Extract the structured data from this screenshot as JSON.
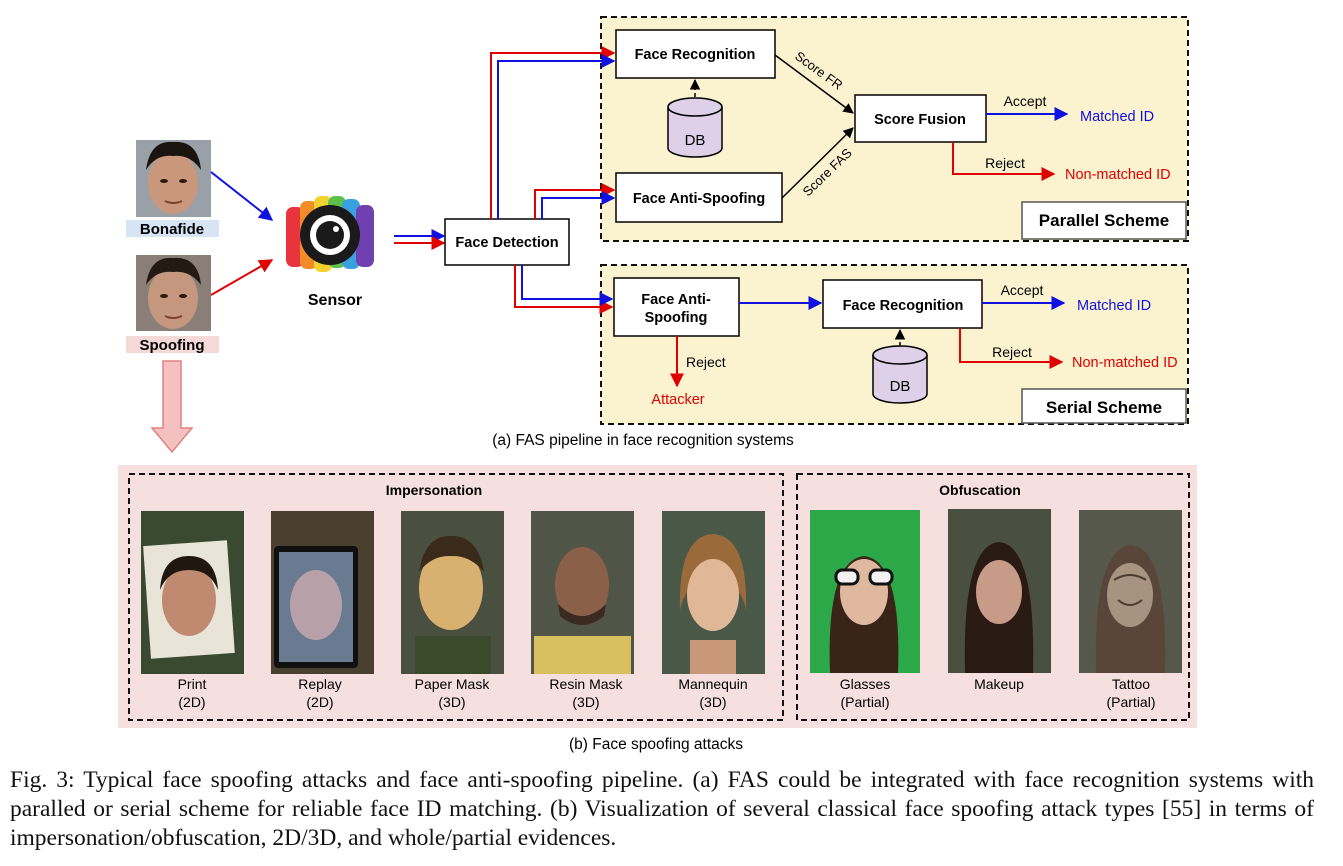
{
  "part_a": {
    "subcaption": "(a) FAS pipeline in face recognition systems",
    "inputs": {
      "bonafide": "Bonafide",
      "spoofing": "Spoofing"
    },
    "sensor": "Sensor",
    "face_detection": "Face Detection",
    "parallel": {
      "scheme_label": "Parallel Scheme",
      "face_recognition": "Face Recognition",
      "db": "DB",
      "face_anti_spoofing": "Face Anti-Spoofing",
      "score_fusion": "Score Fusion",
      "score_fr": "Score FR",
      "score_fas": "Score FAS",
      "accept": "Accept",
      "reject": "Reject",
      "matched": "Matched ID",
      "non_matched": "Non-matched ID"
    },
    "serial": {
      "scheme_label": "Serial Scheme",
      "fas_line1": "Face Anti-",
      "fas_line2": "Spoofing",
      "face_recognition": "Face Recognition",
      "db": "DB",
      "accept": "Accept",
      "reject_fr": "Reject",
      "reject_fas": "Reject",
      "attacker": "Attacker",
      "matched": "Matched ID",
      "non_matched": "Non-matched ID"
    }
  },
  "part_b": {
    "subcaption": "(b) Face spoofing attacks",
    "groups": [
      {
        "title": "Impersonation",
        "items": [
          {
            "name": "Print",
            "kind": "(2D)"
          },
          {
            "name": "Replay",
            "kind": "(2D)"
          },
          {
            "name": "Paper Mask",
            "kind": "(3D)"
          },
          {
            "name": "Resin Mask",
            "kind": "(3D)"
          },
          {
            "name": "Mannequin",
            "kind": "(3D)"
          }
        ]
      },
      {
        "title": "Obfuscation",
        "items": [
          {
            "name": "Glasses",
            "kind": "(Partial)"
          },
          {
            "name": "Makeup",
            "kind": ""
          },
          {
            "name": "Tattoo",
            "kind": "(Partial)"
          }
        ]
      }
    ]
  },
  "figure_caption": "Fig. 3: Typical face spoofing attacks and face anti-spoofing pipeline. (a) FAS could be integrated with face recognition systems with paralled or serial scheme for reliable face ID matching. (b) Visualization of several classical face spoofing attack types [55] in terms of impersonation/obfuscation, 2D/3D, and whole/partial evidences.",
  "colors": {
    "blue": "#1010e0",
    "red": "#e00000",
    "panel": "#fbf2cf",
    "attack_bg": "#f5dfdf",
    "db": "#ddd0e8"
  }
}
